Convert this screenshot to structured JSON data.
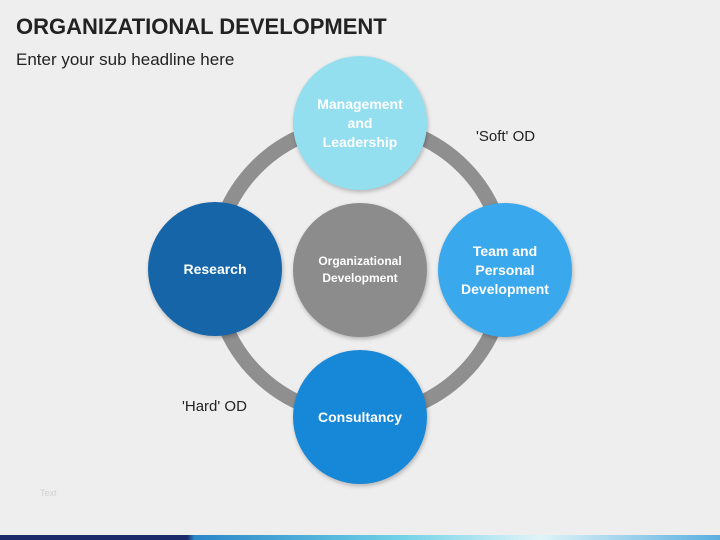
{
  "title": "ORGANIZATIONAL DEVELOPMENT",
  "subtitle": "Enter your sub headline here",
  "nodes": {
    "top": "Management and Leadership",
    "left": "Research",
    "right": "Team and Personal Development",
    "bottom": "Consultancy",
    "center": "Organizational Development"
  },
  "labels": {
    "soft": "'Soft' OD",
    "hard": "'Hard' OD"
  },
  "footer_text": "Text",
  "colors": {
    "top": "#93dff0",
    "left": "#1565a8",
    "right": "#3aa8ec",
    "bottom": "#1787d8",
    "center": "#8c8c8c",
    "ring": "#8f8f8f"
  }
}
